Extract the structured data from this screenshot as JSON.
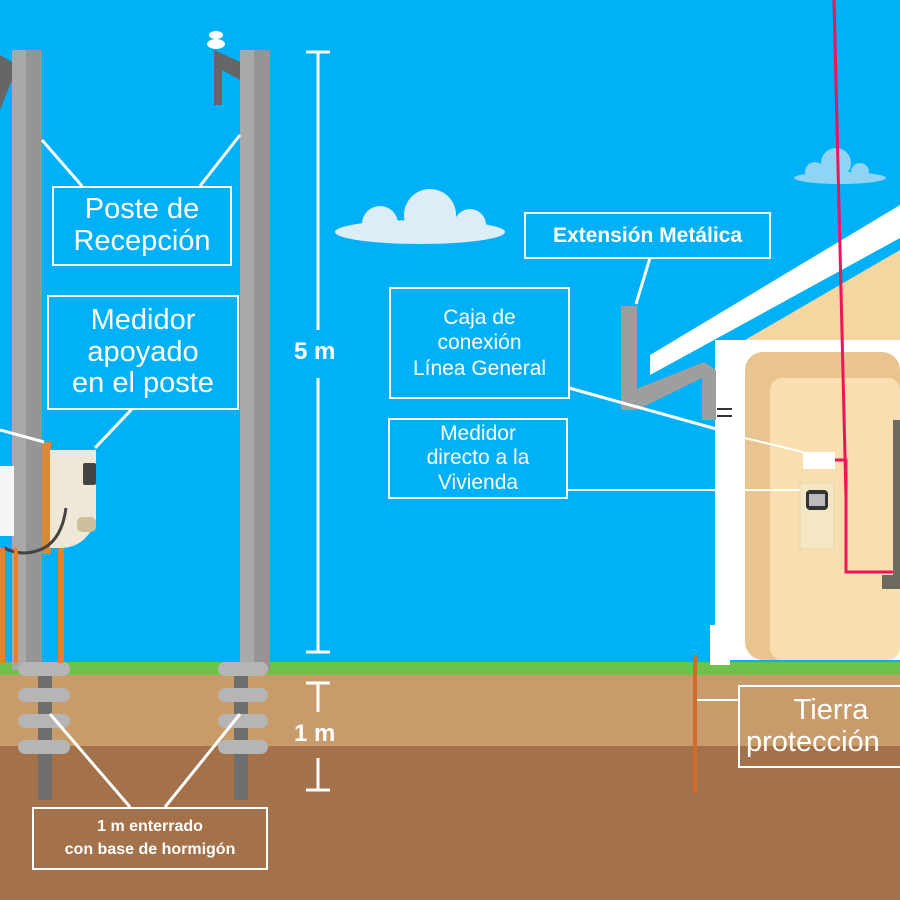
{
  "labels": {
    "poste_recepcion": [
      "Poste de",
      "Recepción"
    ],
    "medidor_poste": [
      "Medidor",
      "apoyado",
      "en el poste"
    ],
    "enterrado": [
      "1 m enterrado",
      "con base de hormigón"
    ],
    "extension": "Extensión Metálica",
    "caja_conexion": [
      "Caja de",
      "conexión",
      "Línea General"
    ],
    "medidor_vivienda": [
      "Medidor",
      "directo a la",
      "Vivienda"
    ],
    "tierra": [
      "Tierra",
      "protección"
    ]
  },
  "dimensions": {
    "height_above": "5 m",
    "depth_below": "1 m"
  },
  "colors": {
    "sky": "#00b1f7",
    "grass": "#6cc24a",
    "soil_top": "#c89b6a",
    "soil_deep": "#a3724b",
    "pole": "#a9a9a9",
    "wire_red": "#f0145a",
    "house_wall": "#f7dcae"
  }
}
